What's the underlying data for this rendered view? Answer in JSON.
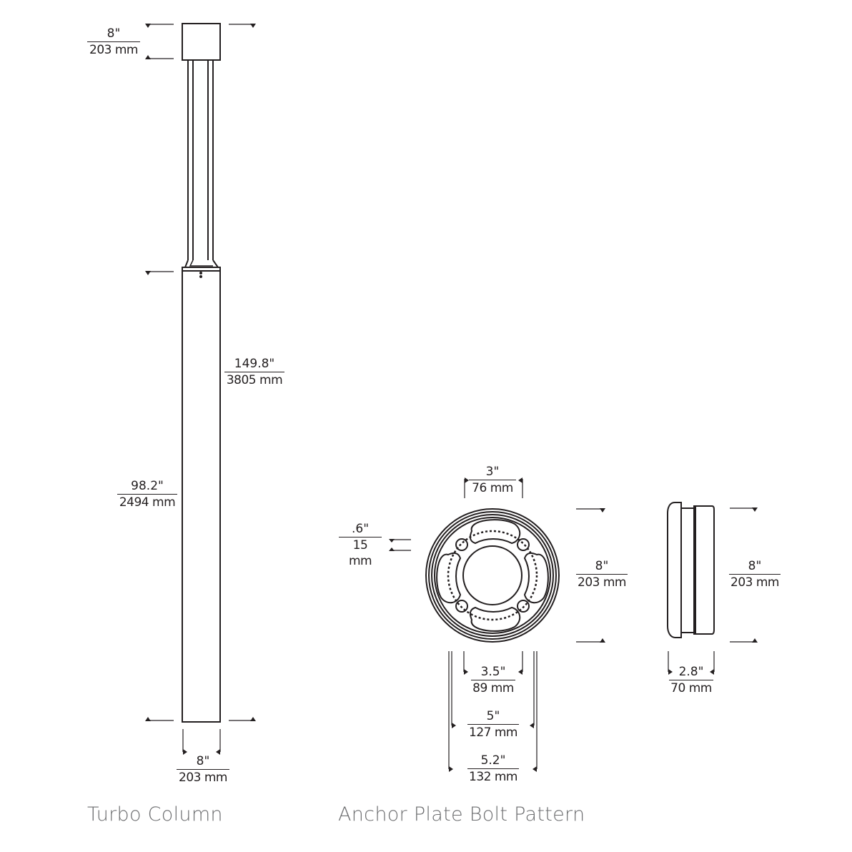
{
  "captions": {
    "left": "Turbo Column",
    "right": "Anchor Plate Bolt Pattern"
  },
  "colors": {
    "line": "#231f20",
    "leader": "#231f20",
    "caption": "#6d6e70",
    "background": "#ffffff"
  },
  "turbo_column": {
    "dims": {
      "top_height": {
        "in": "8\"",
        "mm": "203 mm"
      },
      "overall_height": {
        "in": "149.8\"",
        "mm": "3805 mm"
      },
      "body_height": {
        "in": "98.2\"",
        "mm": "2494 mm"
      },
      "width": {
        "in": "8\"",
        "mm": "203 mm"
      }
    }
  },
  "anchor_plate": {
    "dims": {
      "slot_width": {
        "in": "3\"",
        "mm": "76 mm"
      },
      "slot_offset": {
        "in": ".6\"",
        "mm": "15 mm"
      },
      "diameter": {
        "in": "8\"",
        "mm": "203 mm"
      },
      "inner_diameter": {
        "in": "3.5\"",
        "mm": "89 mm"
      },
      "bolt_circle_min": {
        "in": "5\"",
        "mm": "127 mm"
      },
      "bolt_circle_max": {
        "in": "5.2\"",
        "mm": "132 mm"
      }
    }
  },
  "side_view": {
    "dims": {
      "height": {
        "in": "8\"",
        "mm": "203 mm"
      },
      "depth": {
        "in": "2.8\"",
        "mm": "70 mm"
      }
    }
  }
}
